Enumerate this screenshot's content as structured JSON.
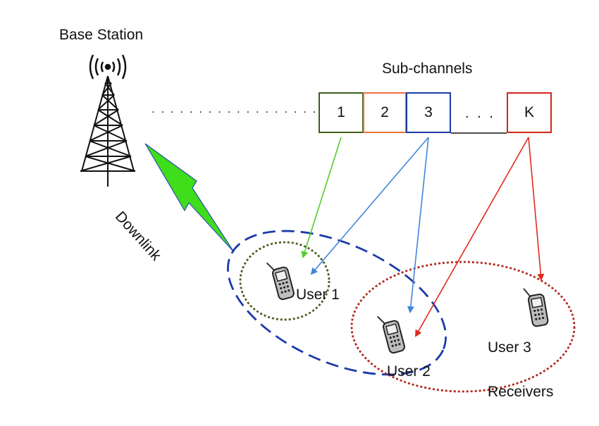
{
  "base_station": {
    "label": "Base Station"
  },
  "downlink": {
    "label": "Downlink"
  },
  "subchannels": {
    "title": "Sub-channels",
    "leading_dots": ". . . . . . . . . . . . . . . . . . . .",
    "ellipsis": ". . .",
    "items": [
      {
        "label": "1",
        "color": "#3b5f1c"
      },
      {
        "label": "2",
        "color": "#f0703a"
      },
      {
        "label": "3",
        "color": "#1d3aa8"
      },
      {
        "label": "K",
        "color": "#d8251b"
      }
    ]
  },
  "users": [
    {
      "label": "User 1"
    },
    {
      "label": "User 2"
    },
    {
      "label": "User 3"
    }
  ],
  "receivers": {
    "label": "Receivers"
  },
  "colors": {
    "green_arrow": "#55cc2a",
    "blue_arrow": "#3f86db",
    "red_arrow": "#e0291c",
    "blue_group": "#1d3aa8",
    "green_group": "#4a5e1e",
    "red_group": "#b2291f",
    "lightning": "#3fdd1a"
  }
}
